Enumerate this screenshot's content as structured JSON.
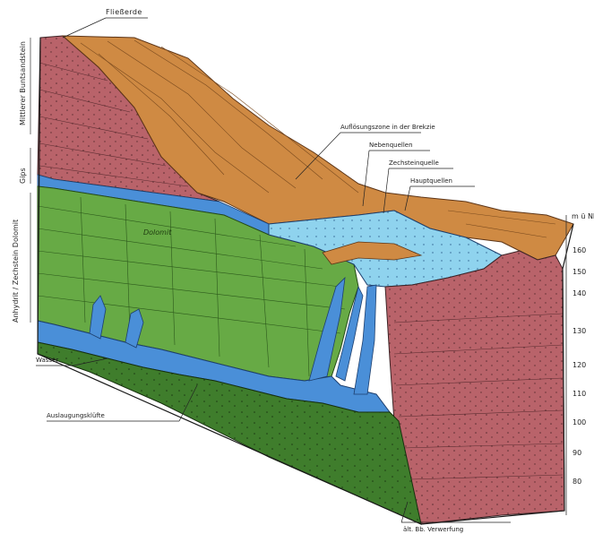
{
  "labels": {
    "top_soil": "Fließerde",
    "fracture_zone": "Auflösungszone in der Brekzie",
    "secondary_spring": "Nebenquellen",
    "zechstein_spring": "Zechsteinquelle",
    "main_spring": "Hauptquellen",
    "aquitard": "Wasser",
    "carbonate_aquifer": "Auslaugungsklüfte",
    "bottom": "ält. Bb. Verwerfung",
    "dolomite": "Dolomit"
  },
  "vertical_labels": {
    "upper_sandstone": "Mittlerer Buntsandstein",
    "gips": "Gips",
    "lower_group": "Anhydrit / Zechstein Dolomit"
  },
  "scale": {
    "unit": "m ü NN",
    "ticks": [
      "160",
      "150",
      "140",
      "130",
      "120",
      "110",
      "100",
      "90",
      "80"
    ]
  },
  "colors": {
    "sandstone": "#b9636a",
    "overburden": "#cf8a43",
    "dolomite": "#67aa45",
    "water": "#4a8fd8",
    "light_water": "#8fd3ee",
    "basement": "#3f7d2c"
  }
}
